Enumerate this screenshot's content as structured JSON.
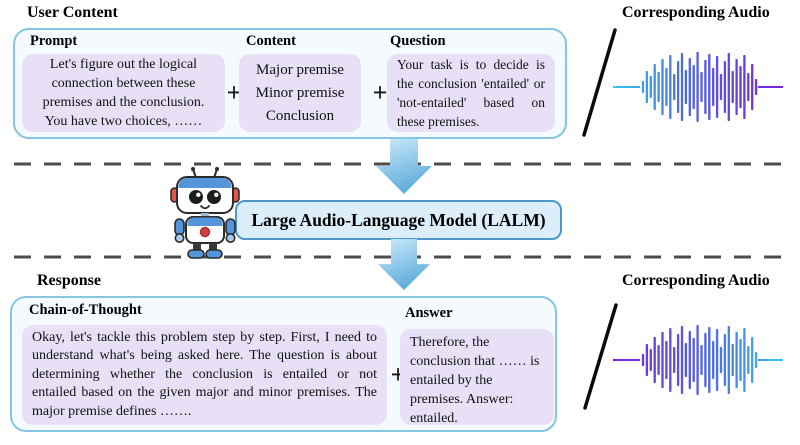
{
  "user_content": {
    "title": "User Content",
    "plus": "+",
    "prompt": {
      "label": "Prompt",
      "text": "Let's figure out the logical connection between these premises and the conclusion. You have two choices, ……"
    },
    "content": {
      "label": "Content",
      "lines": [
        "Major premise",
        "Minor premise",
        "Conclusion"
      ]
    },
    "question": {
      "label": "Question",
      "text": "Your task is to decide is the conclusion 'entailed' or 'not-entailed' based on these premises."
    }
  },
  "model": {
    "label": "Large Audio-Language Model (LALM)"
  },
  "response": {
    "title": "Response",
    "plus": "+",
    "cot": {
      "label": "Chain-of-Thought",
      "text": "Okay, let's tackle this problem step by step. First, I need to understand what's being asked here. The question is about determining whether the conclusion is entailed or not entailed based on the given major and minor premises. The major premise defines ……."
    },
    "answer": {
      "label": "Answer",
      "text": "Therefore, the conclusion that …… is entailed by the premises. Answer: entailed."
    }
  },
  "audio": {
    "top_title": "Corresponding Audio",
    "bottom_title": "Corresponding Audio",
    "bars": [
      5,
      15,
      10,
      22,
      14,
      27,
      18,
      31,
      12,
      25,
      33,
      16,
      28,
      21,
      34,
      14,
      26,
      32,
      18,
      30,
      12,
      25,
      33,
      15,
      27,
      20,
      31,
      13,
      22,
      7
    ]
  },
  "colors": {
    "box_border": "#85c6e4",
    "box_fill": "#f4fafd",
    "bubble_fill": "#e7e0f6",
    "lalm_fill": "#dceef9",
    "lalm_border": "#4e97c9",
    "arrow_light": "#cde9f8",
    "arrow_dark": "#6cb5e2",
    "dash_gray": "#4d4d4d",
    "wave_cyan": "#35cbe8",
    "wave_mid": "#4e63e6",
    "wave_purple": "#7a1fdf"
  }
}
